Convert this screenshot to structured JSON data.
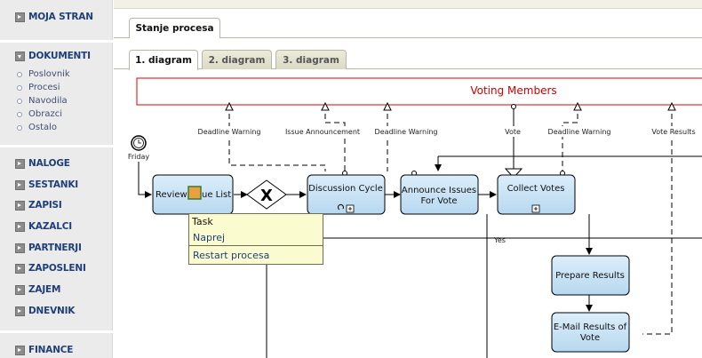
{
  "sidebar": {
    "moja_stran": "MOJA STRAN",
    "dokumenti": "DOKUMENTI",
    "dokumenti_items": [
      "Poslovnik",
      "Procesi",
      "Navodila",
      "Obrazci",
      "Ostalo"
    ],
    "naloge": "NALOGE",
    "sestanki": "SESTANKI",
    "zapisi": "ZAPISI",
    "kazalci": "KAZALCI",
    "partnerji": "PARTNERJI",
    "zaposleni": "ZAPOSLENI",
    "zajem": "ZAJEM",
    "dnevnik": "DNEVNIK",
    "finance": "FINANCE"
  },
  "page_tab": "Stanje procesa",
  "diagram_tabs": [
    "1. diagram",
    "2. diagram",
    "3. diagram"
  ],
  "diagram": {
    "lane": "Voting Members",
    "timer_label": "Friday",
    "annotations": [
      "Deadline Warning",
      "Issue Announcement",
      "Deadline Warning",
      "Vote",
      "Deadline Warning",
      "Vote Results"
    ],
    "tasks": {
      "review": "Review Issue List",
      "review_visible": "Review",
      "review_suffix": "ue List",
      "discussion": "Discussion Cycle",
      "announce_l1": "Announce Issues",
      "announce_l2": "For Vote",
      "collect": "Collect Votes",
      "prepare": "Prepare Results",
      "email_l1": "E-Mail Results of",
      "email_l2": "Vote"
    },
    "gateway_symbol": "X",
    "yes_label": "Yes"
  },
  "context_menu": {
    "title": "Task",
    "items": [
      "Naprej",
      "Restart procesa"
    ]
  }
}
